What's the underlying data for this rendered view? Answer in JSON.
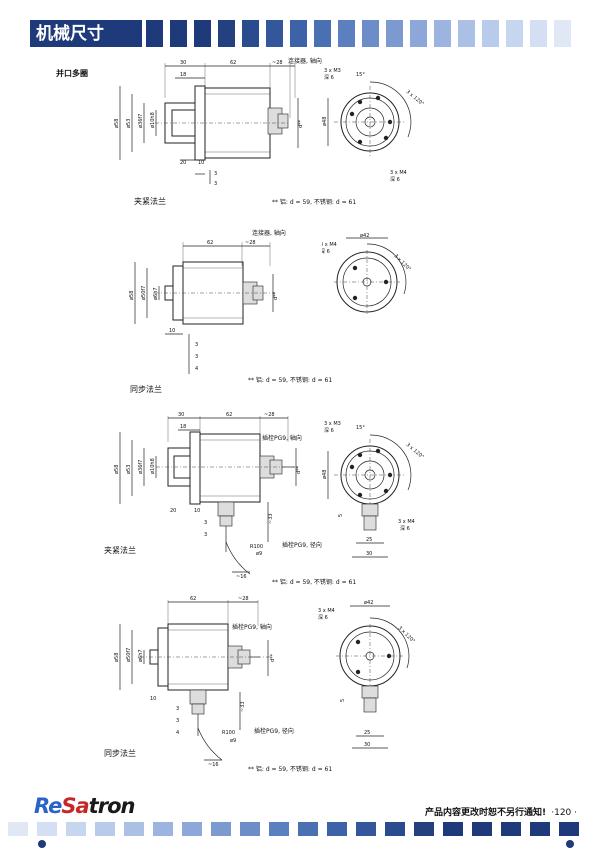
{
  "header": {
    "title": "机械尺寸",
    "squares": [
      "#1f3a7a",
      "#1f3a7a",
      "#1f3a7a",
      "#24417f",
      "#2a4b8d",
      "#33579a",
      "#3d62a8",
      "#4a70b4",
      "#5c7fbf",
      "#6d8dc8",
      "#7d9ad0",
      "#8ca7d8",
      "#9cb4df",
      "#abc0e5",
      "#b8cbeb",
      "#c7d6ef",
      "#d4dff3",
      "#e0e8f6"
    ]
  },
  "sections": [
    {
      "label": "夹紧法兰",
      "heading": "并口多圈",
      "note": "** 铝: d = 59, 不锈钢: d = 61",
      "connector": "连接器, 轴向",
      "dims": {
        "top": [
          "30",
          "62",
          "~28"
        ],
        "left": "18",
        "bottom": [
          "20",
          "10",
          "3",
          "3"
        ],
        "vertical": [
          "ø58",
          "ø53",
          "ø36f7",
          "ø10h8",
          "d**"
        ],
        "circle": [
          "3 x M3",
          "深 6",
          "15°",
          "3 x 120°",
          "ø48",
          "3 x M4",
          "深 6"
        ]
      }
    },
    {
      "label": "同步法兰",
      "note": "** 铝: d = 59, 不锈钢: d = 61",
      "connector": "连接器, 轴向",
      "dims": {
        "top": [
          "62",
          "~28"
        ],
        "bottom": [
          "10",
          "3",
          "3",
          "4"
        ],
        "vertical": [
          "ø58",
          "ø50f7",
          "ø6h7",
          "d**"
        ],
        "circle": [
          "ø42",
          "3 x M4",
          "深 6",
          "3 x 120°"
        ]
      }
    },
    {
      "label": "夹紧法兰",
      "note": "** 铝: d = 59, 不锈钢: d = 61",
      "connector": "插栓PG9, 轴向",
      "connector2": "插栓PG9, 径向",
      "dims": {
        "top": [
          "30",
          "62",
          "~28"
        ],
        "left": "18",
        "bottom": [
          "20",
          "10",
          "3",
          "3",
          "~16",
          "~33",
          "R100",
          "ø9"
        ],
        "vertical": [
          "ø58",
          "ø53",
          "ø36f7",
          "ø10h8",
          "d**"
        ],
        "circle": [
          "3 x M3",
          "深 6",
          "15°",
          "3 x 120°",
          "ø48",
          "3 x M4",
          "深 6",
          "25",
          "30",
          "5"
        ]
      }
    },
    {
      "label": "同步法兰",
      "note": "** 铝: d = 59, 不锈钢: d = 61",
      "connector": "插栓PG9, 轴向",
      "connector2": "插栓PG9, 径向",
      "dims": {
        "top": [
          "62",
          "~28"
        ],
        "bottom": [
          "10",
          "3",
          "3",
          "4",
          "~16",
          "~33",
          "R100",
          "ø9"
        ],
        "vertical": [
          "ø58",
          "ø50f7",
          "ø6h7",
          "d**"
        ],
        "circle": [
          "ø42",
          "3 x M4",
          "深 6",
          "3 x 120°",
          "25",
          "30",
          "5"
        ]
      }
    }
  ],
  "footer": {
    "logo_re": "Re",
    "logo_sa": "Sa",
    "logo_tron": "tron",
    "notice": "产品内容更改时恕不另行通知!",
    "page": "·120 ·",
    "logo_colors": {
      "re": "#2a62c8",
      "sa": "#c62828",
      "tron": "#1a1a1a"
    },
    "squares": [
      "#e0e8f6",
      "#d4dff3",
      "#c7d6ef",
      "#b8cbeb",
      "#abc0e5",
      "#9cb4df",
      "#8ca7d8",
      "#7d9ad0",
      "#6d8dc8",
      "#5c7fbf",
      "#4a70b4",
      "#3d62a8",
      "#33579a",
      "#2a4b8d",
      "#24417f",
      "#1f3a7a",
      "#1f3a7a",
      "#1f3a7a",
      "#1f3a7a",
      "#1f3a7a"
    ]
  }
}
